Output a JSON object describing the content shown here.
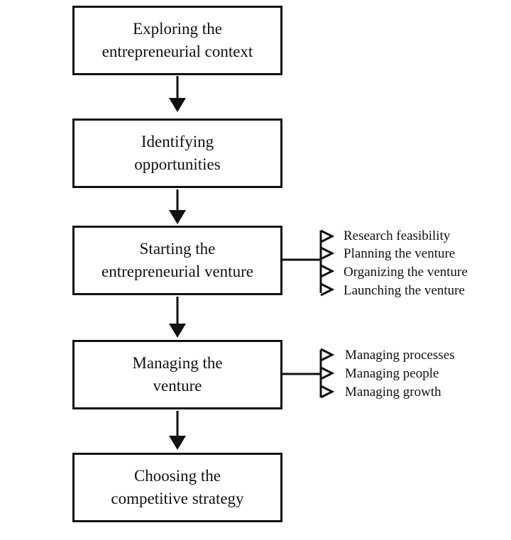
{
  "steps": [
    {
      "label": "Exploring the\nentrepreneurial context"
    },
    {
      "label": "Identifying\nopportunities"
    },
    {
      "label": "Starting the\nentrepreneurial venture"
    },
    {
      "label": "Managing the\nventure"
    },
    {
      "label": "Choosing the\ncompetitive strategy"
    }
  ],
  "starting_substeps": [
    "Research feasibility",
    "Planning the venture",
    "Organizing the venture",
    "Launching the venture"
  ],
  "managing_substeps": [
    "Managing processes",
    "Managing people",
    "Managing growth"
  ]
}
